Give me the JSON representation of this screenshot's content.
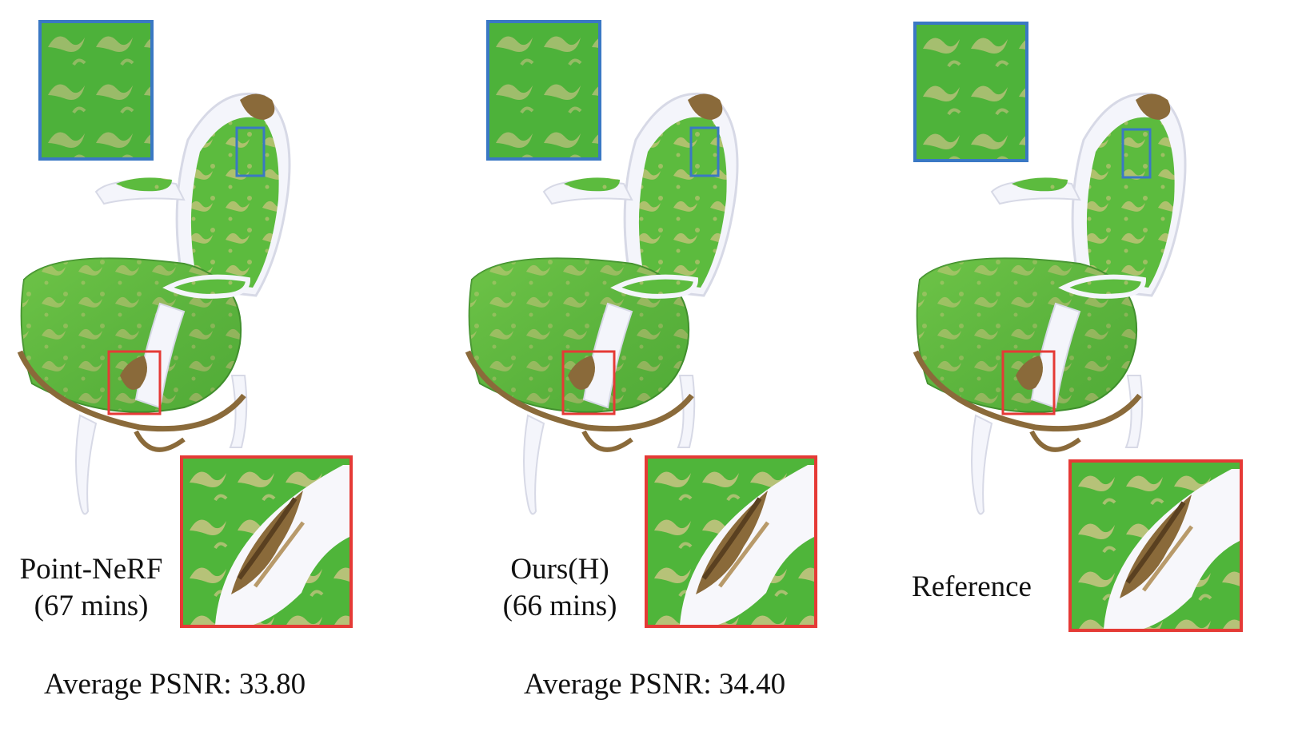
{
  "panels": [
    {
      "method": "Point-NeRF",
      "time": "(67 mins)"
    },
    {
      "method": "Ours(H)",
      "time": "(66 mins)"
    },
    {
      "method": "Reference",
      "time": ""
    }
  ],
  "psnr": [
    "Average PSNR: 33.80",
    "Average PSNR: 34.40"
  ],
  "colors": {
    "fabric": "#58b83c",
    "fabric_light": "#8fd45a",
    "pattern": "#c8c07a",
    "frame": "#f4f5fb",
    "gilt": "#8a6a3a",
    "blue_box": "#3a78c4",
    "red_box": "#e53a36"
  }
}
